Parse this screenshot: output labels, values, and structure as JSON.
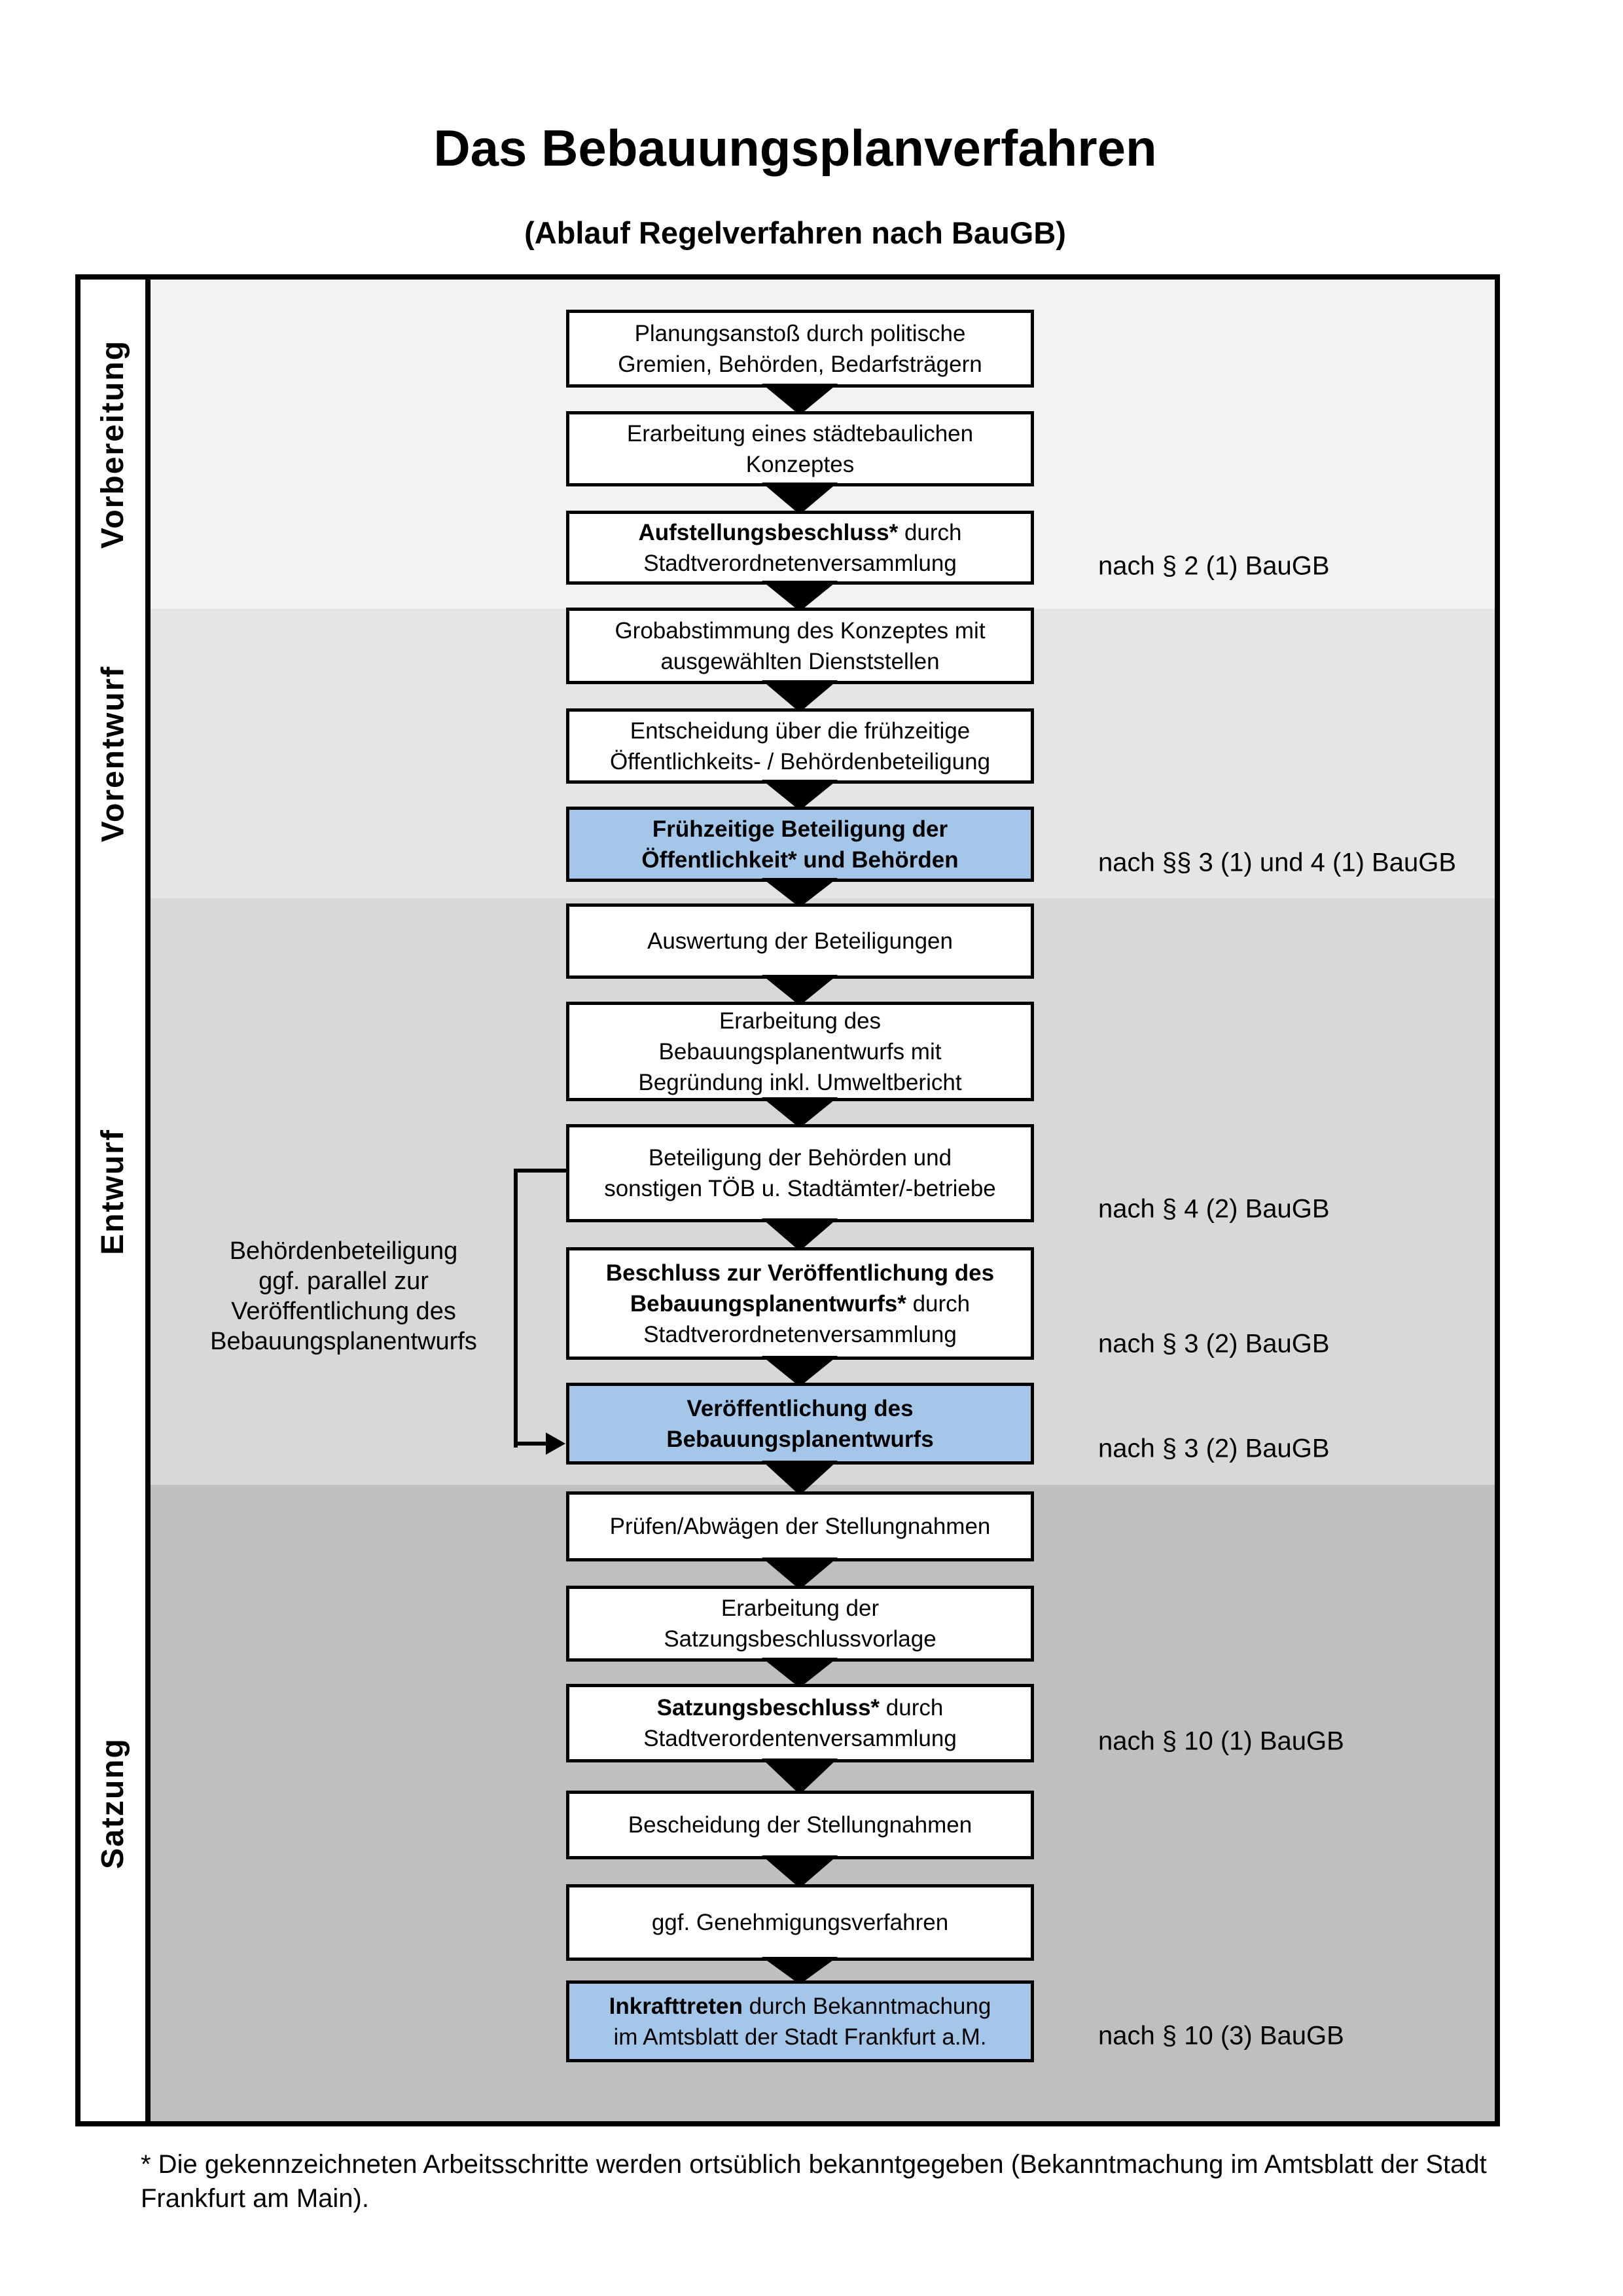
{
  "title": "Das Bebauungsplanverfahren",
  "subtitle": "(Ablauf Regelverfahren nach BauGB)",
  "colors": {
    "highlight_blue": "#a4c6e8",
    "phase_backgrounds": [
      "#f2f2f2",
      "#e5e5e5",
      "#d8d8d8",
      "#bfbfbf"
    ],
    "box_border": "#000000",
    "arrow": "#000000"
  },
  "phases": [
    "Vorbereitung",
    "Vorentwurf",
    "Entwurf",
    "Satzung"
  ],
  "flow": {
    "boxes": [
      {
        "lines": [
          [
            {
              "t": "Planungsanstoß durch politische"
            }
          ],
          [
            {
              "t": "Gremien, Behörden, Bedarfsträgern"
            }
          ]
        ]
      },
      {
        "lines": [
          [
            {
              "t": "Erarbeitung eines städtebaulichen"
            }
          ],
          [
            {
              "t": "Konzeptes"
            }
          ]
        ]
      },
      {
        "lines": [
          [
            {
              "t": "Aufstellungsbeschluss*",
              "b": true
            },
            {
              "t": " durch"
            }
          ],
          [
            {
              "t": "Stadtverordnetenversammlung"
            }
          ]
        ],
        "note": "nach § 2 (1) BauGB"
      },
      {
        "lines": [
          [
            {
              "t": "Grobabstimmung des Konzeptes mit"
            }
          ],
          [
            {
              "t": "ausgewählten Dienststellen"
            }
          ]
        ]
      },
      {
        "lines": [
          [
            {
              "t": "Entscheidung über die frühzeitige"
            }
          ],
          [
            {
              "t": "Öffentlichkeits- / Behördenbeteiligung"
            }
          ]
        ]
      },
      {
        "highlight": true,
        "lines": [
          [
            {
              "t": "Frühzeitige Beteiligung der",
              "b": true
            }
          ],
          [
            {
              "t": "Öffentlichkeit* und Behörden",
              "b": true
            }
          ]
        ],
        "note": "nach §§ 3 (1) und 4 (1) BauGB"
      },
      {
        "lines": [
          [
            {
              "t": "Auswertung der Beteiligungen"
            }
          ]
        ]
      },
      {
        "lines": [
          [
            {
              "t": "Erarbeitung des"
            }
          ],
          [
            {
              "t": "Bebauungsplanentwurfs mit"
            }
          ],
          [
            {
              "t": "Begründung inkl. Umweltbericht"
            }
          ]
        ]
      },
      {
        "lines": [
          [
            {
              "t": "Beteiligung der Behörden und"
            }
          ],
          [
            {
              "t": "sonstigen TÖB u. Stadtämter/-betriebe"
            }
          ]
        ],
        "note": "nach § 4 (2) BauGB"
      },
      {
        "lines": [
          [
            {
              "t": "Beschluss zur Veröffentlichung des",
              "b": true
            }
          ],
          [
            {
              "t": "Bebauungsplanentwurfs*",
              "b": true
            },
            {
              "t": " durch"
            }
          ],
          [
            {
              "t": "Stadtverordnetenversammlung"
            }
          ]
        ],
        "note": "nach § 3 (2) BauGB"
      },
      {
        "highlight": true,
        "lines": [
          [
            {
              "t": "Veröffentlichung des",
              "b": true
            }
          ],
          [
            {
              "t": "Bebauungsplanentwurfs",
              "b": true
            }
          ]
        ],
        "note": "nach § 3 (2) BauGB"
      },
      {
        "lines": [
          [
            {
              "t": "Prüfen/Abwägen der Stellungnahmen"
            }
          ]
        ]
      },
      {
        "lines": [
          [
            {
              "t": "Erarbeitung der"
            }
          ],
          [
            {
              "t": "Satzungsbeschlussvorlage"
            }
          ]
        ]
      },
      {
        "lines": [
          [
            {
              "t": "Satzungsbeschluss*",
              "b": true
            },
            {
              "t": " durch"
            }
          ],
          [
            {
              "t": "Stadtverordentenversammlung"
            }
          ]
        ],
        "note": "nach § 10 (1) BauGB"
      },
      {
        "lines": [
          [
            {
              "t": "Bescheidung der Stellungnahmen"
            }
          ]
        ]
      },
      {
        "lines": [
          [
            {
              "t": "ggf. Genehmigungsverfahren"
            }
          ]
        ]
      },
      {
        "highlight": true,
        "lines": [
          [
            {
              "t": "Inkrafttreten",
              "b": true
            },
            {
              "t": " durch Bekanntmachung"
            }
          ],
          [
            {
              "t": "im Amtsblatt der Stadt Frankfurt a.M."
            }
          ]
        ],
        "note": "nach § 10 (3) BauGB"
      }
    ]
  },
  "side_note": {
    "lines": [
      "Behördenbeteiligung",
      "ggf. parallel zur",
      "Veröffentlichung des",
      "Bebauungsplanentwurfs"
    ]
  },
  "footnote": "* Die gekennzeichneten Arbeitsschritte werden ortsüblich bekanntgegeben (Bekanntmachung im Amtsblatt  der Stadt Frankfurt am Main)."
}
